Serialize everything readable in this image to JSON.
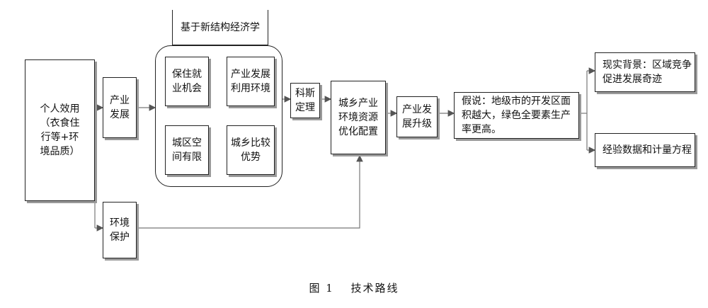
{
  "nodes": {
    "personal_utility": "个人效用\n（衣食住\n行等+环\n境品质）",
    "industry_development": "产业\n发展",
    "environment_protection": "环境\n保护",
    "new_structural_economics": "基于新结构经济学",
    "employment_security": "保住就\n业机会",
    "industry_environment": "产业发展\n利用环境",
    "urban_space_limited": "城区空\n间有限",
    "comparative_advantage": "城乡比较\n优势",
    "coase_theorem": "科斯\n定理",
    "resource_allocation": "城乡产业\n环境资源\n优化配置",
    "industry_upgrade": "产业发\n展升级",
    "hypothesis": "假说：地级市的开发区面\n积越大，绿色全要素生产\n率更高。",
    "real_background": "现实背景：区域竞争\n促进发展奇迹",
    "empirical_method": "经验数据和计量方程"
  },
  "caption": "图 1　 技术路线"
}
